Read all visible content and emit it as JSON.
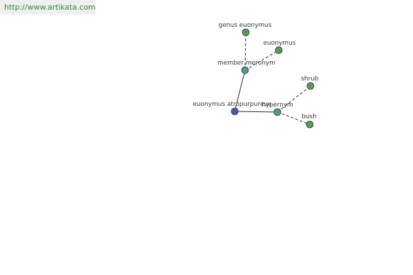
{
  "header": {
    "url": "http://www.artikata.com"
  },
  "colors": {
    "root": "#4a5aa8",
    "relation": "#4d9a9a",
    "leaf": "#5a9a5a"
  },
  "graph": {
    "nodes": [
      {
        "id": "root",
        "label": "euonymus atropurpureus",
        "kind": "root"
      },
      {
        "id": "member-meronym",
        "label": "member meronym",
        "kind": "relation"
      },
      {
        "id": "hypernym",
        "label": "hypernym",
        "kind": "relation"
      },
      {
        "id": "genus-euonymus",
        "label": "genus euonymus",
        "kind": "leaf"
      },
      {
        "id": "euonymus",
        "label": "euonymus",
        "kind": "leaf"
      },
      {
        "id": "shrub",
        "label": "shrub",
        "kind": "leaf"
      },
      {
        "id": "bush",
        "label": "bush",
        "kind": "leaf"
      }
    ],
    "edges": [
      {
        "from": "root",
        "to": "member-meronym",
        "style": "solid"
      },
      {
        "from": "root",
        "to": "hypernym",
        "style": "solid"
      },
      {
        "from": "member-meronym",
        "to": "genus-euonymus",
        "style": "dashed"
      },
      {
        "from": "member-meronym",
        "to": "euonymus",
        "style": "dashed"
      },
      {
        "from": "hypernym",
        "to": "shrub",
        "style": "dashed"
      },
      {
        "from": "hypernym",
        "to": "bush",
        "style": "dashed"
      }
    ]
  }
}
